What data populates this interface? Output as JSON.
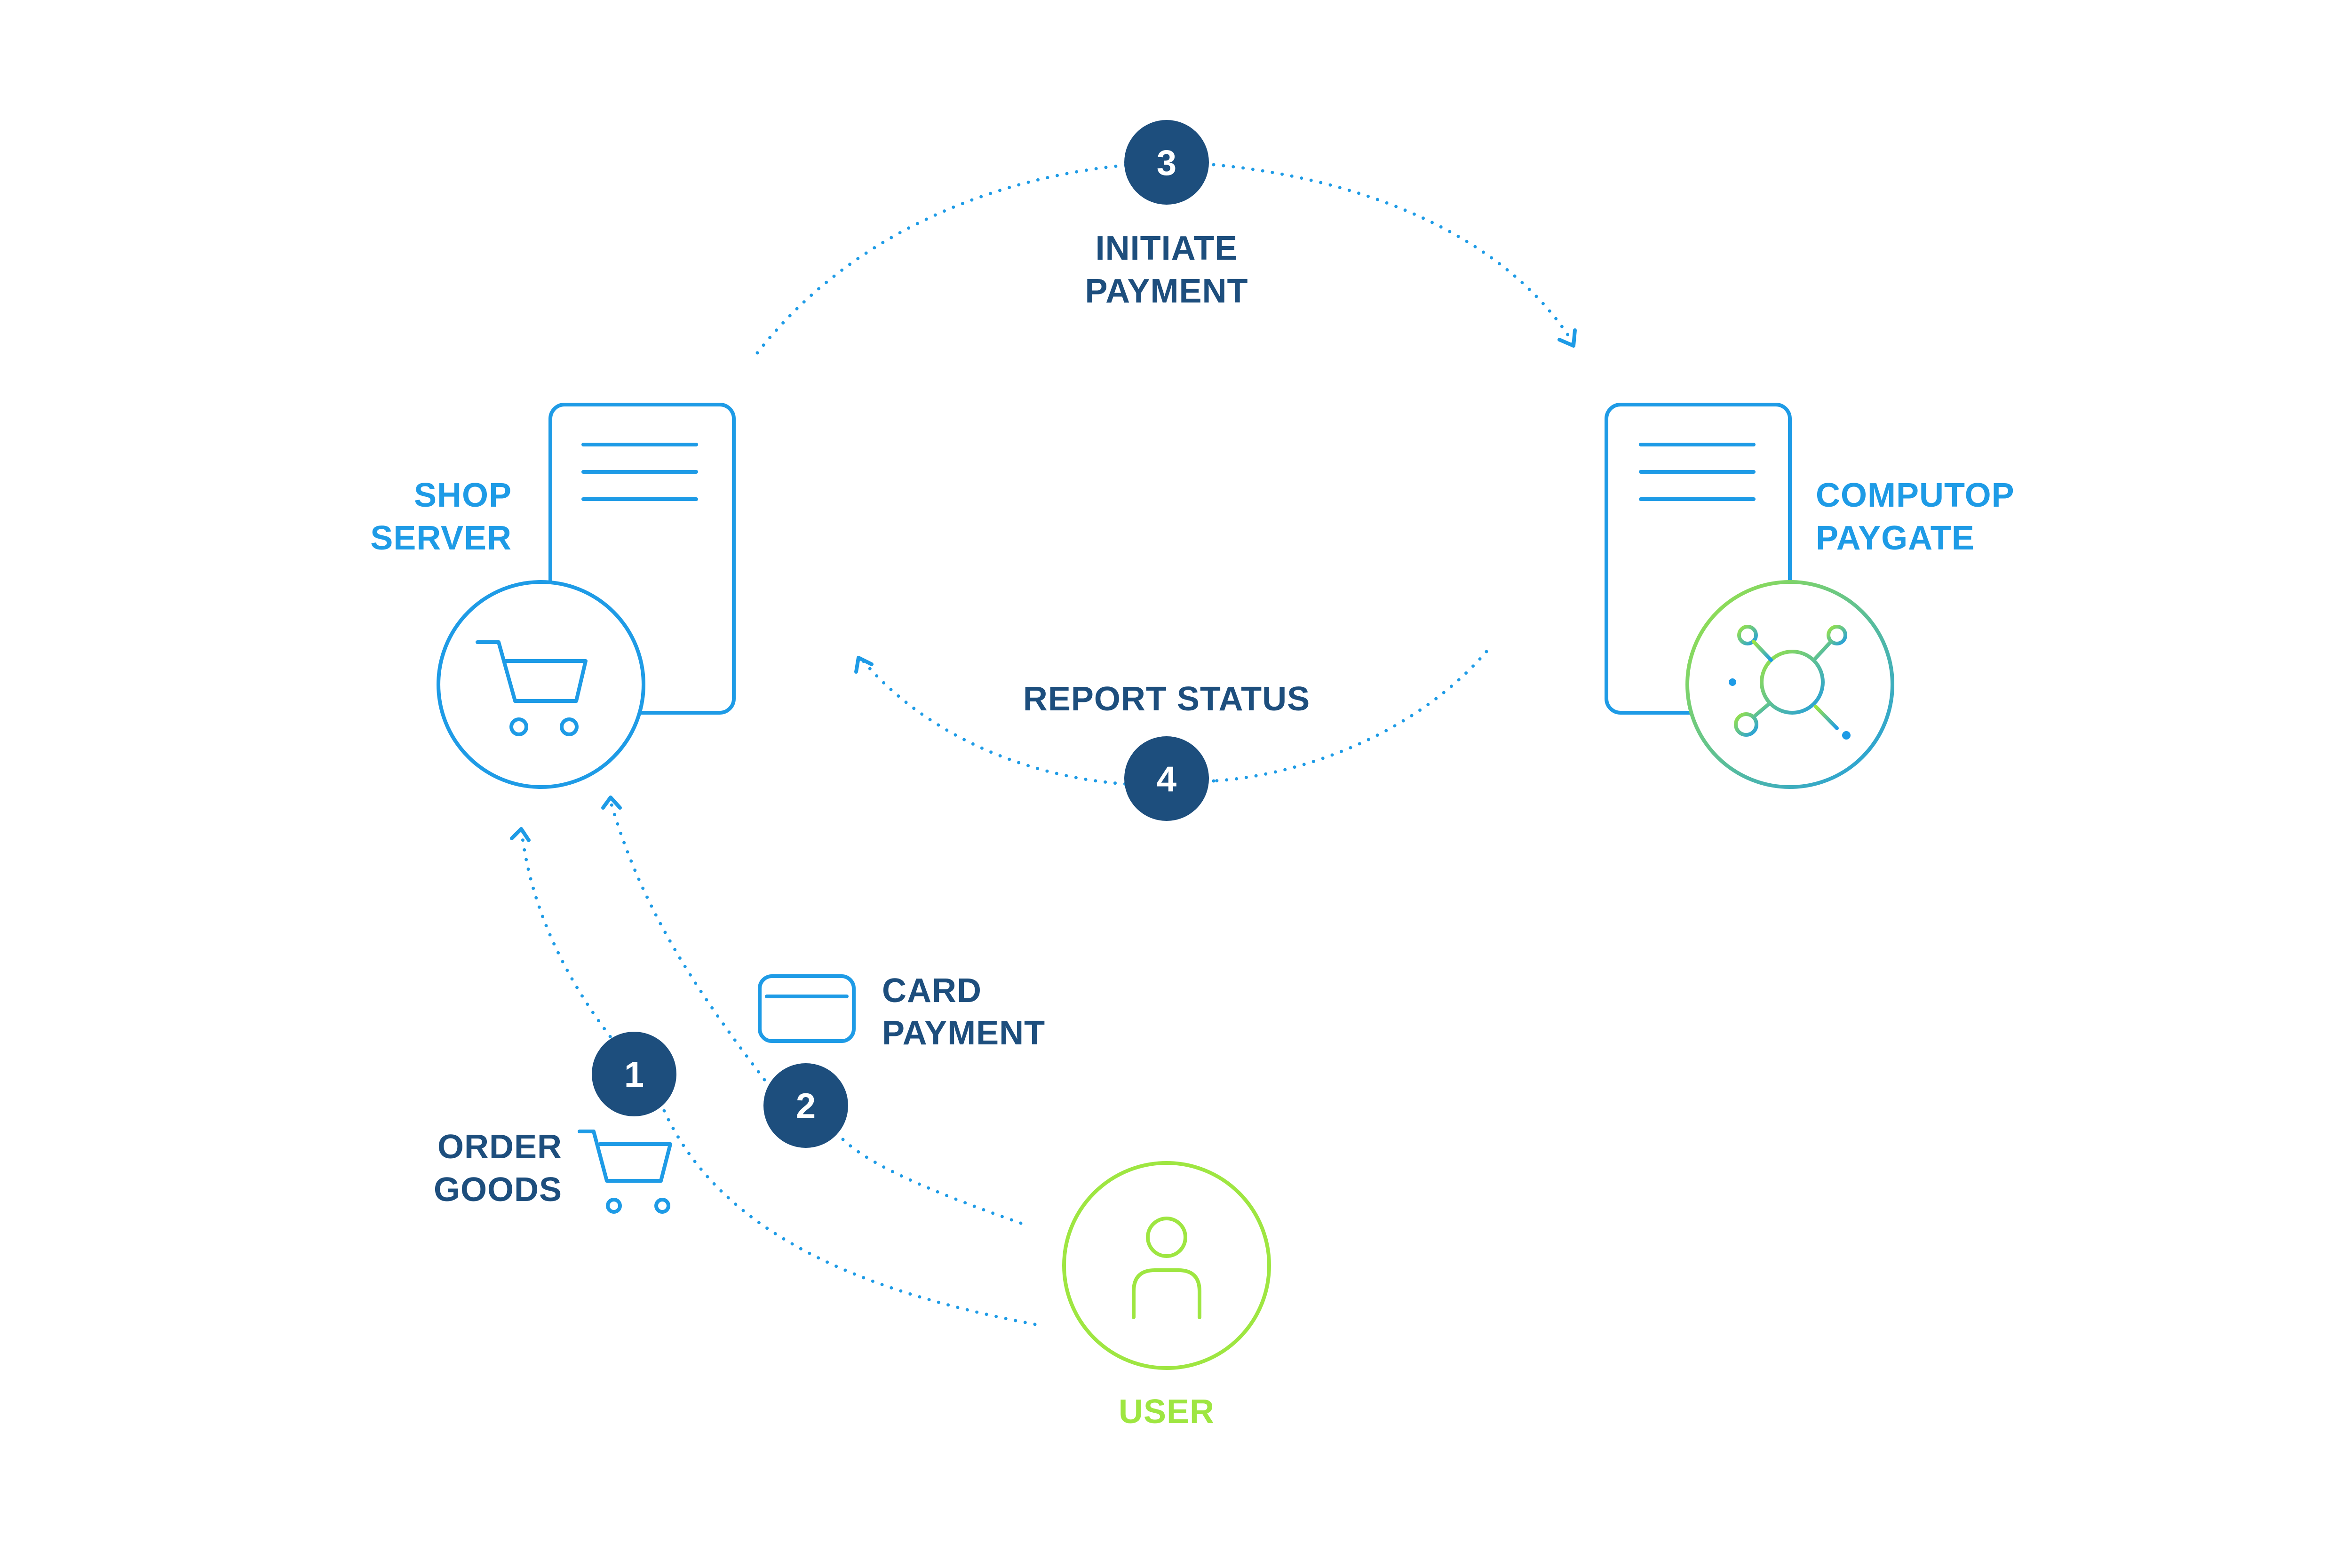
{
  "colors": {
    "dark_blue": "#1d4e7d",
    "light_blue": "#1e9be6",
    "green": "#9ee641",
    "white": "#ffffff"
  },
  "nodes": {
    "shop_server": {
      "line1": "SHOP",
      "line2": "SERVER",
      "icon": "shopping-cart-icon"
    },
    "computop_paygate": {
      "line1": "COMPUTOP",
      "line2": "PAYGATE",
      "icon": "network-hub-icon"
    },
    "user": {
      "label": "USER",
      "icon": "person-icon"
    }
  },
  "steps": [
    {
      "number": "1",
      "line1": "ORDER",
      "line2": "GOODS",
      "icon": "shopping-cart-icon"
    },
    {
      "number": "2",
      "line1": "CARD",
      "line2": "PAYMENT",
      "icon": "credit-card-icon"
    },
    {
      "number": "3",
      "line1": "INITIATE",
      "line2": "PAYMENT"
    },
    {
      "number": "4",
      "line1": "REPORT STATUS"
    }
  ]
}
